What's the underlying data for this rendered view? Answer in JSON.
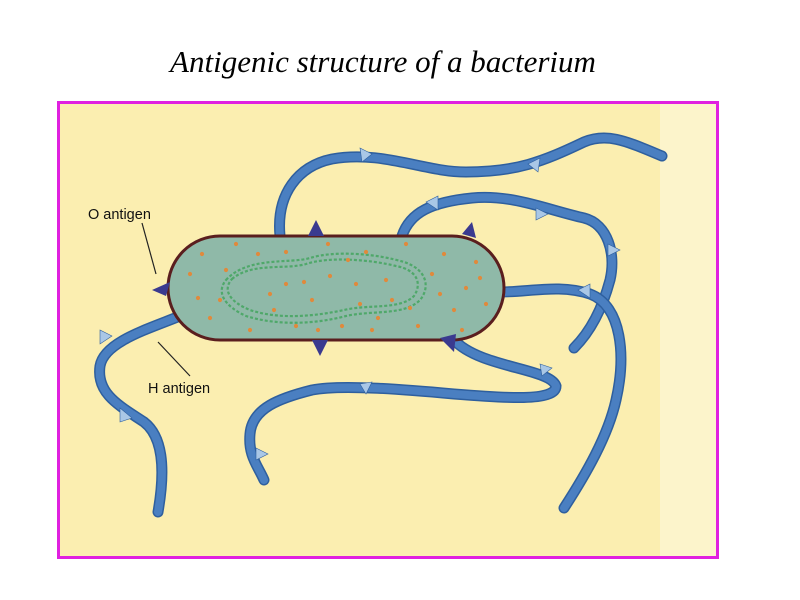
{
  "slide": {
    "title": "Antigenic structure of a bacterium"
  },
  "diagram": {
    "labels": {
      "o_antigen": "O antigen",
      "h_antigen": "H antigen"
    },
    "colors": {
      "frame_border": "#e020e0",
      "background_paper": "#fbeeb0",
      "cell_fill": "#8fb9a8",
      "cell_outline": "#5a1e1e",
      "flagella": "#4a7fc1",
      "flagella_edge": "#2e5f9e",
      "o_antigen_spikes": "#3a3a8f",
      "flagella_spikes": "#a9c7e6",
      "granules": "#e08a3c",
      "nucleoid": "#4fa86a"
    }
  }
}
